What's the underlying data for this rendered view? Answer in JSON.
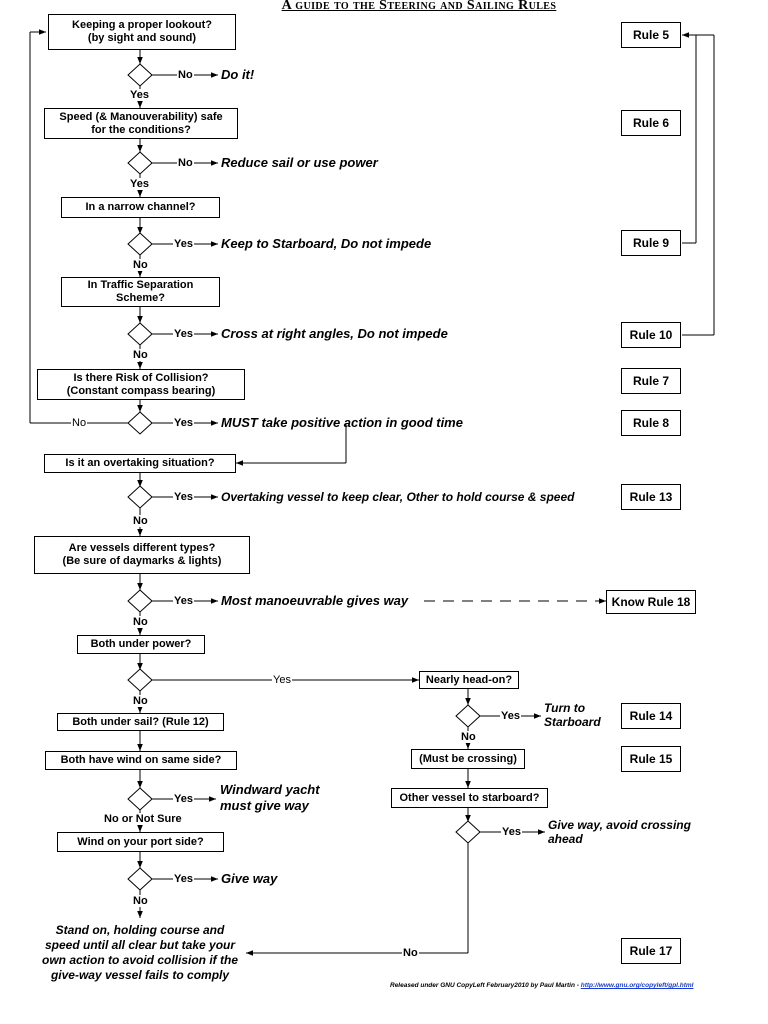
{
  "title": "A guide to the Steering and Sailing Rules",
  "questions": {
    "lookout": "Keeping a proper lookout?\n(by sight and sound)",
    "speed": "Speed (& Manouverability) safe\nfor the conditions?",
    "channel": "In a narrow channel?",
    "traffic": "In Traffic Separation\nScheme?",
    "risk": "Is there Risk of Collision?\n(Constant compass bearing)",
    "overtaking": "Is it an overtaking situation?",
    "types": "Are vessels different types?\n(Be sure of daymarks & lights)",
    "power": "Both under power?",
    "sail": "Both under sail? (Rule 12)",
    "wind_side": "Both have wind on same side?",
    "port_side": "Wind on your port side?",
    "head_on": "Nearly head-on?",
    "crossing": "(Must be crossing)",
    "starboard": "Other vessel to starboard?"
  },
  "actions": {
    "do_it": "Do it!",
    "reduce": "Reduce sail or use power",
    "keep_starboard": "Keep to Starboard, Do not impede",
    "cross": "Cross at right angles, Do not impede",
    "must_act": "MUST take positive action in good time",
    "overtaking": "Overtaking vessel to keep clear, Other to hold course & speed",
    "manoeuvrable": "Most manoeuvrable gives way",
    "turn": "Turn to\nStarboard",
    "windward": "Windward yacht\nmust give way",
    "give_way": "Give way",
    "give_way_avoid": "Give way, avoid crossing\nahead",
    "stand_on": "Stand on, holding course and\nspeed until all clear but take your\nown action to avoid collision if the\ngive-way vessel fails to comply"
  },
  "rules": {
    "r5": "Rule 5",
    "r6": "Rule 6",
    "r9": "Rule 9",
    "r10": "Rule 10",
    "r7": "Rule 7",
    "r8": "Rule 8",
    "r13": "Rule 13",
    "r18": "Know Rule 18",
    "r14": "Rule 14",
    "r15": "Rule 15",
    "r17": "Rule 17"
  },
  "labels": {
    "yes": "Yes",
    "no": "No",
    "no_or_not_sure": "No or Not Sure"
  },
  "footer": {
    "text": "Released under GNU CopyLeft February2010 by Paul Martin - ",
    "link": "http://www.gnu.org/copyleft/gpl.html"
  }
}
